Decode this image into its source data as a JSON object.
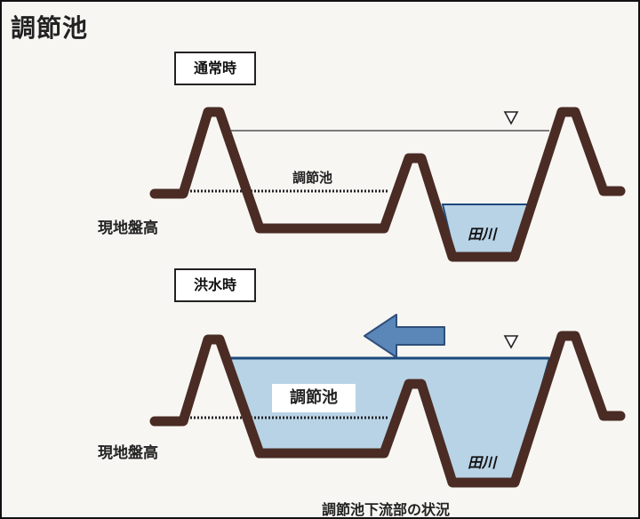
{
  "title": "調節池",
  "normal": {
    "tag": "通常時",
    "pond_label": "調節池",
    "river_label": "田川",
    "ground_label": "現地盤高",
    "water_level_icon": "water-level-triangle"
  },
  "flood": {
    "tag": "洪水時",
    "pond_label": "調節池",
    "river_label": "田川",
    "ground_label": "現地盤高",
    "flow_arrow_icon": "left-arrow",
    "water_level_icon": "water-level-triangle"
  },
  "caption": "調節池下流部の状況",
  "colors": {
    "embankment": "#4a2c24",
    "water_fill": "#b9d3e6",
    "water_line": "#1c4a7a",
    "arrow_fill": "#5a86b8",
    "arrow_stroke": "#2f4f7a"
  }
}
